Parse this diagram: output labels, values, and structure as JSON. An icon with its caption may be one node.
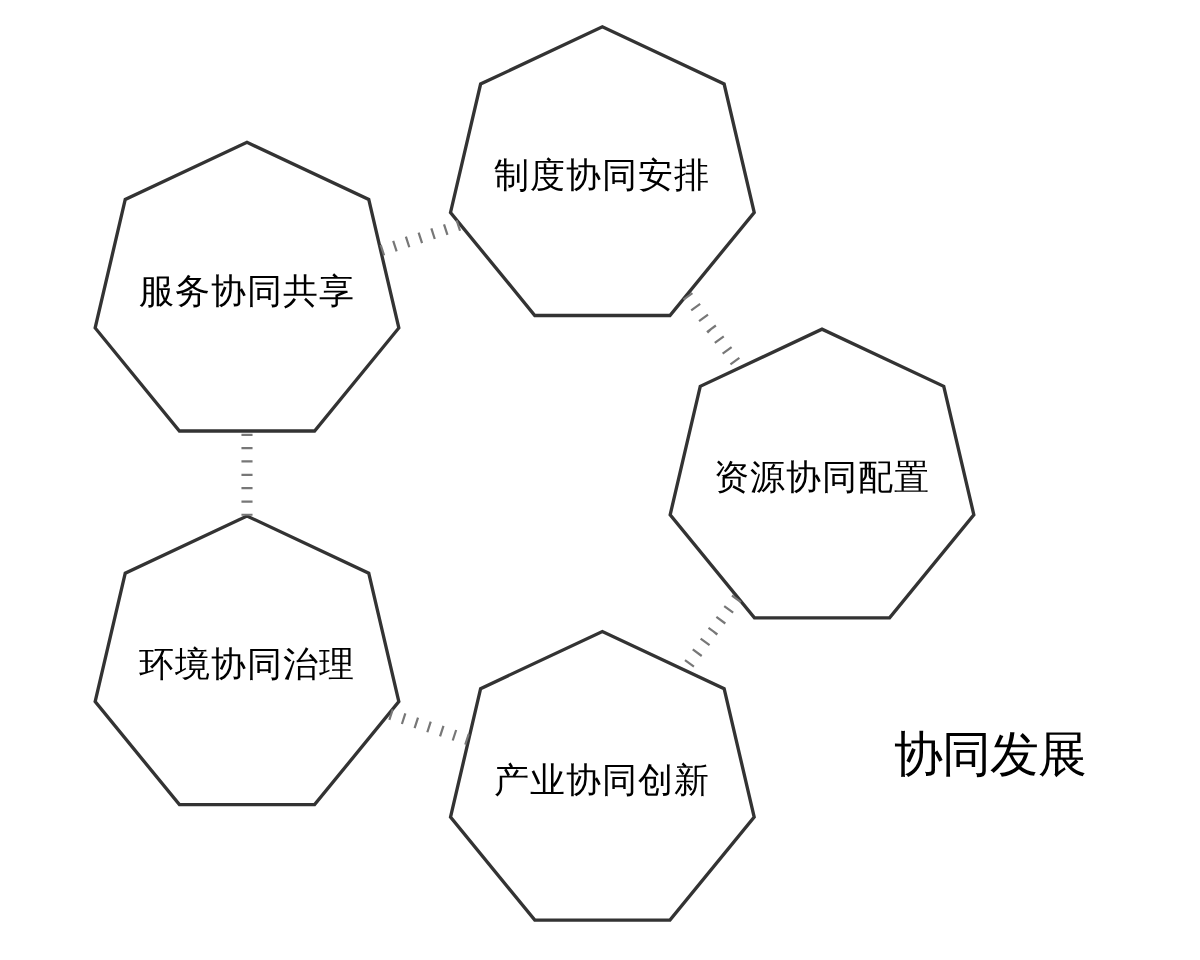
{
  "diagram": {
    "nodes": [
      {
        "text": [
          "产业协同创新"
        ]
      },
      {
        "text": [
          "资源协同配置"
        ]
      },
      {
        "text": [
          "环境协同治理"
        ]
      },
      {
        "text": [
          "制度协同安排"
        ]
      },
      {
        "text": [
          "服务协同共享"
        ]
      }
    ],
    "edges": [
      {
        "from": 0,
        "to": 2,
        "arrow": "none",
        "style": "dashed"
      },
      {
        "from": 2,
        "to": 4,
        "arrow": "none",
        "style": "dashed"
      },
      {
        "from": 4,
        "to": 3,
        "arrow": "none",
        "style": "dashed"
      },
      {
        "from": 3,
        "to": 1,
        "arrow": "none",
        "style": "dashed"
      },
      {
        "from": 1,
        "to": 0,
        "arrow": "none",
        "style": "dashed"
      }
    ],
    "labels": [
      "协同发展"
    ]
  }
}
